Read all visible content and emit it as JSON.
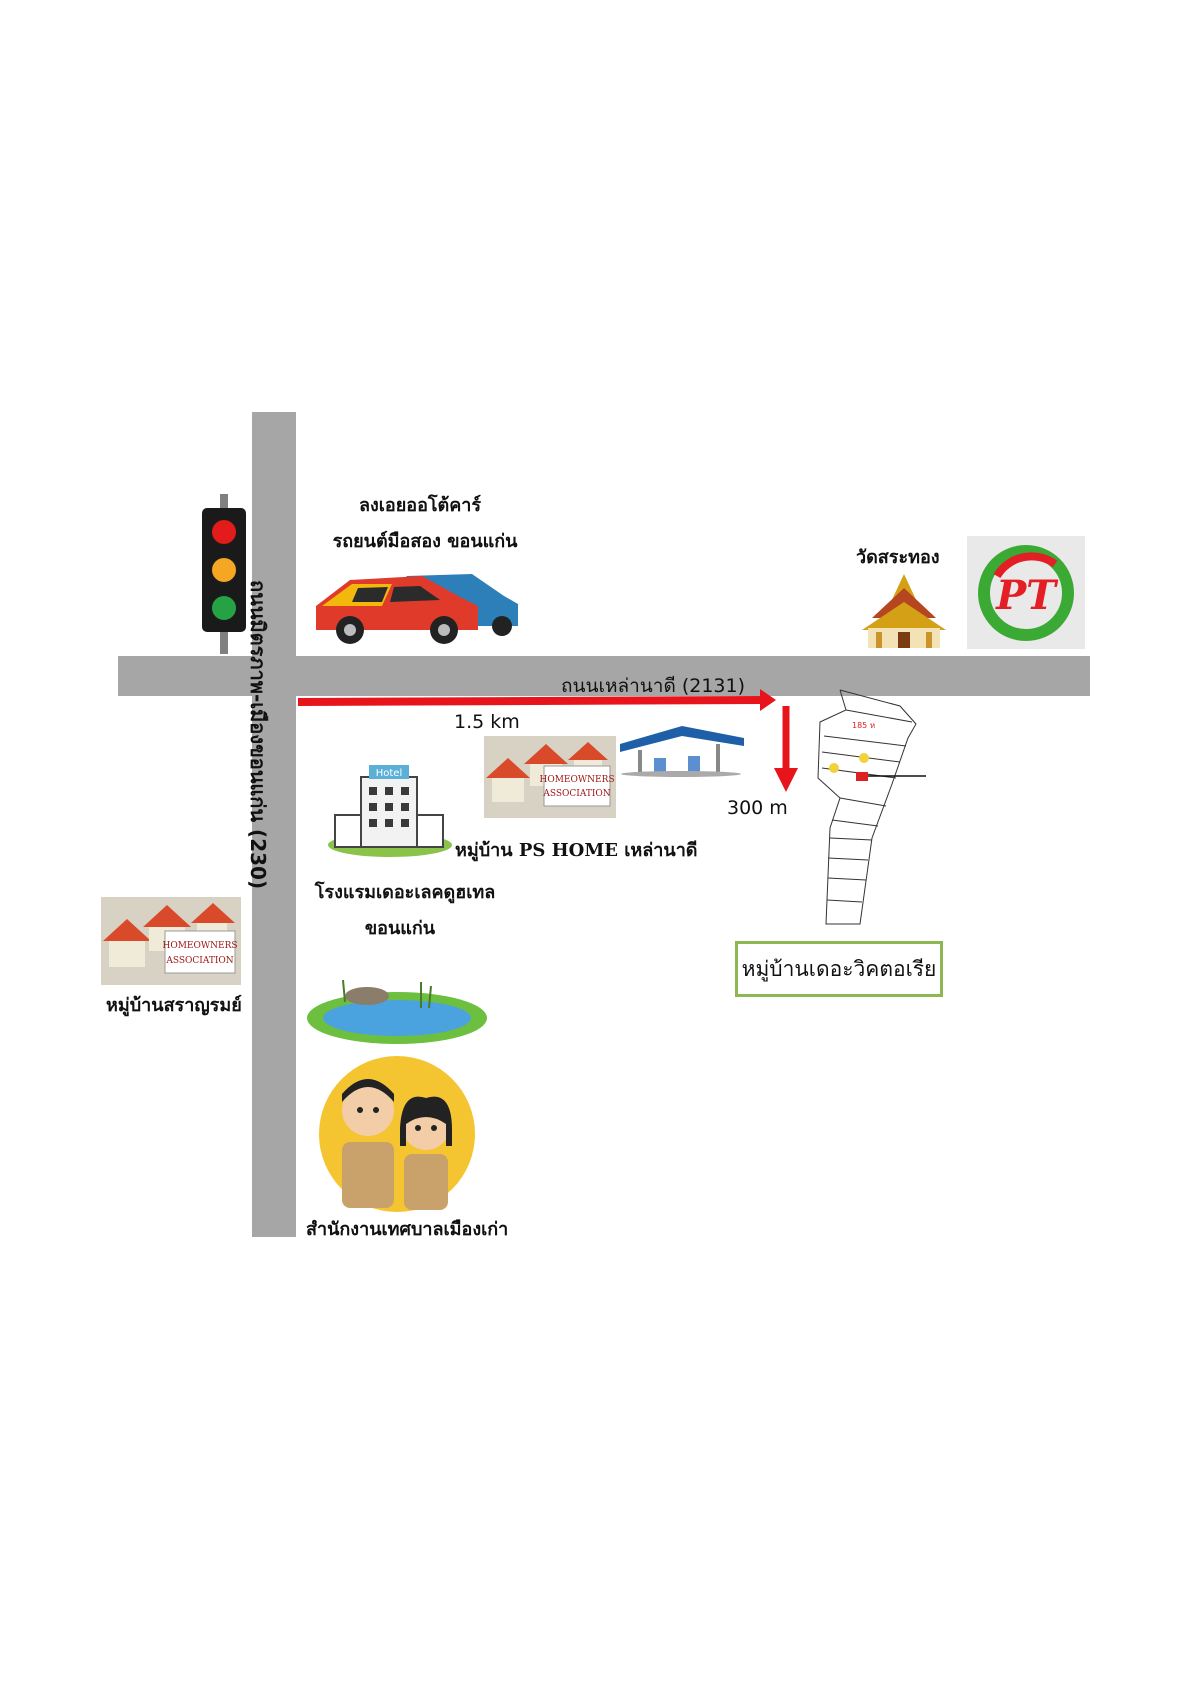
{
  "roads": {
    "vertical_label": "ถนนมิตรภาพ-เมืองขอนแก่น (230)",
    "horizontal_label": "ถนนเหล่านาดี (2131)"
  },
  "distances": {
    "east": "1.5 km",
    "south": "300 m"
  },
  "landmarks": {
    "car_dealer_line1": "ลงเอยออโต้คาร์",
    "car_dealer_line2": "รถยนต์มือสอง ขอนแก่น",
    "temple": "วัดสระทอง",
    "ps_home": "หมู่บ้าน PS HOME เหล่านาดี",
    "hotel_line1": "โรงแรมเดอะเลคดูฮเทล",
    "hotel_line2": "ขอนแก่น",
    "saranrom": "หมู่บ้านสราญรมย์",
    "municipality": "สำนักงานเทศบาลเมืองเก่า",
    "destination": "หมู่บ้านเดอะวิคตอเรีย"
  },
  "sign_text": {
    "homeowners_1": "HOMEOWNERS",
    "homeowners_2": "ASSOCIATION",
    "hotel_sign": "Hotel",
    "pt_logo": "PT",
    "plot_label": "185 ห"
  },
  "colors": {
    "road": "#a6a6a6",
    "arrow": "#e8141c",
    "box_border": "#8db750",
    "pt_green": "#3aaa35",
    "pt_red": "#e31e24"
  }
}
